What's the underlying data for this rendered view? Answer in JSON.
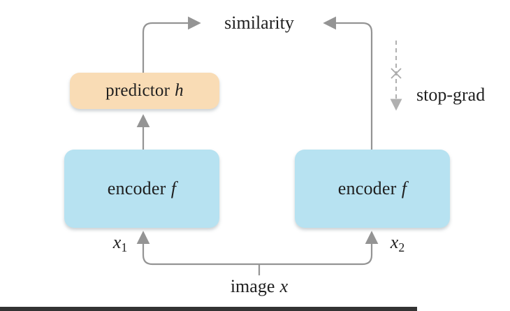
{
  "figure": {
    "labels": {
      "similarity": "similarity",
      "stop_grad": "stop-grad",
      "image": {
        "word": "image",
        "var": "x"
      },
      "x1": {
        "var": "x",
        "sub": "1"
      },
      "x2": {
        "var": "x",
        "sub": "2"
      }
    },
    "nodes": {
      "predictor": {
        "word": "predictor",
        "var": "h"
      },
      "encoder": {
        "word": "encoder",
        "var": "f"
      }
    },
    "colors": {
      "encoder_fill": "#b7e2f1",
      "predictor_fill": "#f9dcb5",
      "solid_line": "#949494",
      "dashed_line": "#b0b0b0",
      "cross_mark": "#aaaaaa",
      "text": "#1f1f1f",
      "progress_bar": "#333333"
    }
  }
}
